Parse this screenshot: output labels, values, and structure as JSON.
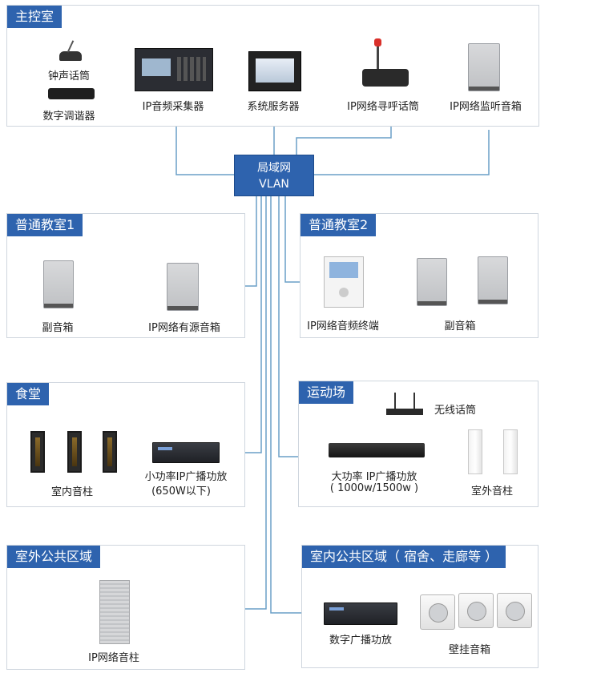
{
  "control_room": {
    "title": "主控室",
    "devices": {
      "bell_mic": "钟声话筒",
      "digital_tuner": "数字调谐器",
      "ip_audio_collector": "IP音频采集器",
      "system_server": "系统服务器",
      "ip_paging_mic": "IP网络寻呼话筒",
      "ip_monitor_speaker": "IP网络监听音箱"
    }
  },
  "vlan": {
    "line1": "局域网",
    "line2": "VLAN"
  },
  "classroom1": {
    "title": "普通教室1",
    "sub_speaker": "副音箱",
    "ip_active_speaker": "IP网络有源音箱"
  },
  "classroom2": {
    "title": "普通教室2",
    "ip_terminal": "IP网络音频终端",
    "sub_speaker": "副音箱"
  },
  "canteen": {
    "title": "食堂",
    "indoor_column": "室内音柱",
    "amp_line1": "小功率IP广播功放",
    "amp_line2": "(650W以下)"
  },
  "stadium": {
    "title": "运动场",
    "wireless_mic": "无线话筒",
    "amp_line1": "大功率 IP广播功放",
    "amp_line2": "( 1000w/1500w )",
    "outdoor_column": "室外音柱"
  },
  "outdoor_public": {
    "title": "室外公共区域",
    "ip_column": "IP网络音柱"
  },
  "indoor_public": {
    "title": "室内公共区域（ 宿舍、走廊等 ）",
    "digital_amp": "数字广播功放",
    "wall_speaker": "壁挂音箱"
  }
}
